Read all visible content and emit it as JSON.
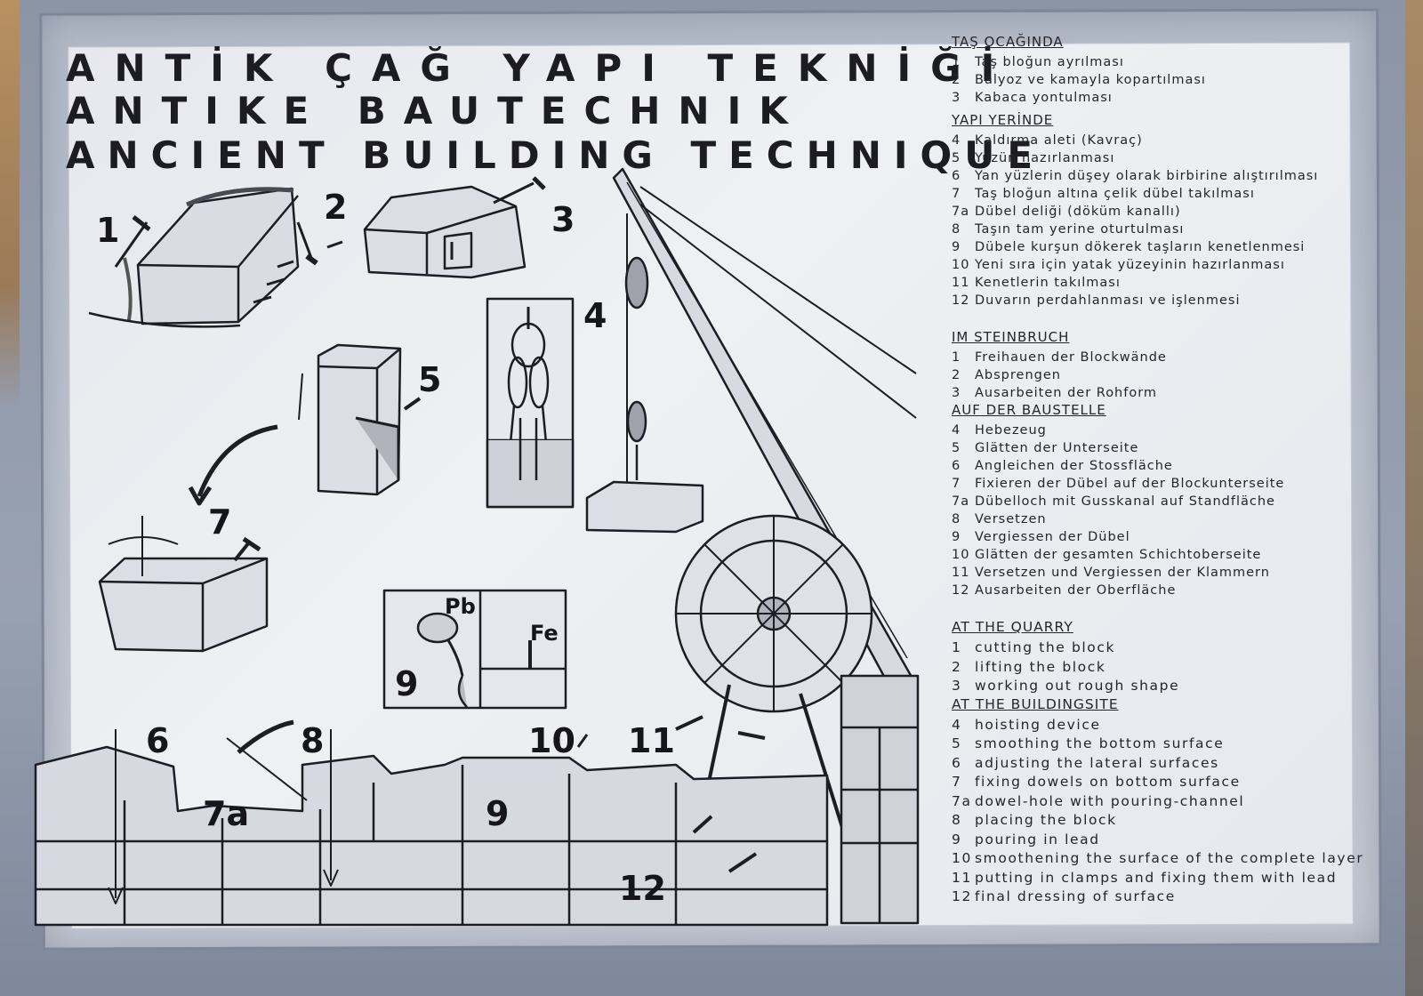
{
  "titles": {
    "tr": "ANTİK ÇAĞ YAPI TEKNİĞİ",
    "de": "ANTIKE BAUTECHNIK",
    "en": "ANCIENT BUILDING TECHNIQUE"
  },
  "figure_labels": {
    "n1": "1",
    "n2": "2",
    "n3": "3",
    "n4": "4",
    "n5": "5",
    "n6": "6",
    "n7": "7",
    "n7a": "7a",
    "n8": "8",
    "n9": "9",
    "n9b": "9",
    "n10": "10",
    "n11": "11",
    "n12": "12",
    "pb": "Pb",
    "fe": "Fe"
  },
  "legend": {
    "tr_quarry": {
      "heading": "TAŞ OCAĞINDA",
      "items": [
        {
          "n": "1",
          "t": "Taş bloğun ayrılması"
        },
        {
          "n": "2",
          "t": "Balyoz ve kamayla kopartılması"
        },
        {
          "n": "3",
          "t": "Kabaca yontulması"
        }
      ]
    },
    "tr_site": {
      "heading": "YAPI YERİNDE",
      "items": [
        {
          "n": "4",
          "t": "Kaldırma aleti (Kavraç)"
        },
        {
          "n": "5",
          "t": "Yüzün hazırlanması"
        },
        {
          "n": "6",
          "t": "Yan yüzlerin düşey olarak birbirine alıştırılması"
        },
        {
          "n": "7",
          "t": "Taş bloğun altına çelik dübel takılması"
        },
        {
          "n": "7a",
          "t": "Dübel deliği (döküm kanallı)"
        },
        {
          "n": "8",
          "t": "Taşın tam yerine oturtulması"
        },
        {
          "n": "9",
          "t": "Dübele kurşun dökerek taşların kenetlenmesi"
        },
        {
          "n": "10",
          "t": "Yeni sıra için yatak yüzeyinin hazırlanması"
        },
        {
          "n": "11",
          "t": "Kenetlerin takılması"
        },
        {
          "n": "12",
          "t": "Duvarın perdahlanması ve işlenmesi"
        }
      ]
    },
    "de_quarry": {
      "heading": "IM STEINBRUCH",
      "items": [
        {
          "n": "1",
          "t": "Freihauen der Blockwände"
        },
        {
          "n": "2",
          "t": "Absprengen"
        },
        {
          "n": "3",
          "t": "Ausarbeiten der Rohform"
        }
      ]
    },
    "de_site": {
      "heading": "AUF DER BAUSTELLE",
      "items": [
        {
          "n": "4",
          "t": "Hebezeug"
        },
        {
          "n": "5",
          "t": "Glätten der Unterseite"
        },
        {
          "n": "6",
          "t": "Angleichen der Stossfläche"
        },
        {
          "n": "7",
          "t": "Fixieren der Dübel auf der Blockunterseite"
        },
        {
          "n": "7a",
          "t": "Dübelloch mit Gusskanal auf Standfläche"
        },
        {
          "n": "8",
          "t": "Versetzen"
        },
        {
          "n": "9",
          "t": "Vergiessen der Dübel"
        },
        {
          "n": "10",
          "t": "Glätten der gesamten Schichtoberseite"
        },
        {
          "n": "11",
          "t": "Versetzen und Vergiessen der Klammern"
        },
        {
          "n": "12",
          "t": "Ausarbeiten der Oberfläche"
        }
      ]
    },
    "en_quarry": {
      "heading": "AT THE QUARRY",
      "items": [
        {
          "n": "1",
          "t": "cutting the block"
        },
        {
          "n": "2",
          "t": "lifting the block"
        },
        {
          "n": "3",
          "t": "working out rough shape"
        }
      ]
    },
    "en_site": {
      "heading": "AT THE BUILDINGSITE",
      "items": [
        {
          "n": "4",
          "t": "hoisting device"
        },
        {
          "n": "5",
          "t": "smoothing the bottom surface"
        },
        {
          "n": "6",
          "t": "adjusting the lateral surfaces"
        },
        {
          "n": "7",
          "t": "fixing dowels on bottom surface"
        },
        {
          "n": "7a",
          "t": "dowel-hole with pouring-channel"
        },
        {
          "n": "8",
          "t": "placing the block"
        },
        {
          "n": "9",
          "t": "pouring in lead"
        },
        {
          "n": "10",
          "t": "smoothening the surface of the complete layer"
        },
        {
          "n": "11",
          "t": "putting in clamps and fixing them with lead"
        },
        {
          "n": "12",
          "t": "final dressing of surface"
        }
      ]
    }
  },
  "colors": {
    "frame": "#8c95a6",
    "board": "#eef0f3",
    "ink": "#1c1c22"
  }
}
